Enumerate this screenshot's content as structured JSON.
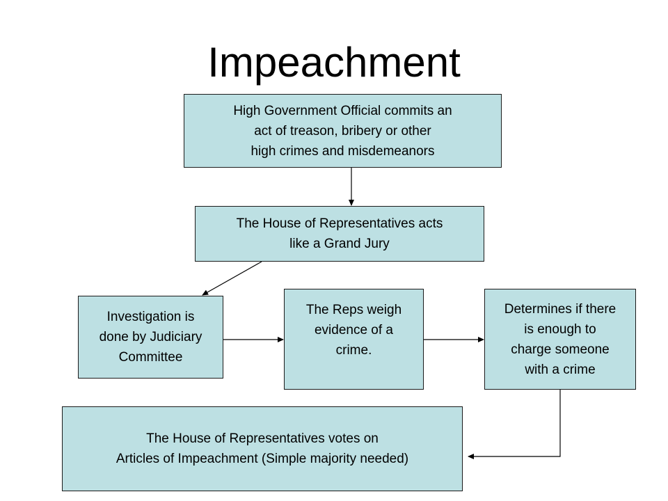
{
  "title": "Impeachment",
  "nodes": {
    "official": "High Government Official commits an\nact of treason, bribery or other\nhigh crimes and misdemeanors",
    "house_grand_jury": "The House of Representatives acts\nlike a Grand Jury",
    "investigation": "Investigation is\ndone by Judiciary\nCommittee",
    "weigh_evidence": "The Reps weigh\nevidence of a\ncrime.",
    "determines": "Determines if there\nis enough to\ncharge someone\nwith a crime",
    "house_votes": "The House of Representatives votes on\nArticles of Impeachment (Simple majority needed)"
  },
  "colors": {
    "box_fill": "#bde0e3",
    "box_border": "#1a1a1a",
    "arrow": "#000000"
  }
}
